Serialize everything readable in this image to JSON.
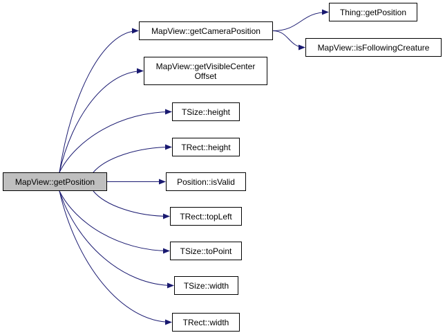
{
  "colors": {
    "edge": "#191970",
    "node_border": "#000000",
    "node_fill": "#ffffff",
    "root_fill": "#bfbfbf"
  },
  "nodes": {
    "root": {
      "label": "MapView::getPosition"
    },
    "getCameraPosition": {
      "label": "MapView::getCameraPosition"
    },
    "thingGetPosition": {
      "label": "Thing::getPosition"
    },
    "isFollowingCreature": {
      "label": "MapView::isFollowingCreature"
    },
    "getVisibleCenterOffset": {
      "line1": "MapView::getVisibleCenter",
      "line2": "Offset"
    },
    "tsizeHeight": {
      "label": "TSize::height"
    },
    "trectHeight": {
      "label": "TRect::height"
    },
    "positionIsValid": {
      "label": "Position::isValid"
    },
    "trectTopLeft": {
      "label": "TRect::topLeft"
    },
    "tsizeToPoint": {
      "label": "TSize::toPoint"
    },
    "tsizeWidth": {
      "label": "TSize::width"
    },
    "trectWidth": {
      "label": "TRect::width"
    }
  },
  "edges": [
    {
      "from": "root",
      "to": "getCameraPosition"
    },
    {
      "from": "root",
      "to": "getVisibleCenterOffset"
    },
    {
      "from": "root",
      "to": "tsizeHeight"
    },
    {
      "from": "root",
      "to": "trectHeight"
    },
    {
      "from": "root",
      "to": "positionIsValid"
    },
    {
      "from": "root",
      "to": "trectTopLeft"
    },
    {
      "from": "root",
      "to": "tsizeToPoint"
    },
    {
      "from": "root",
      "to": "tsizeWidth"
    },
    {
      "from": "root",
      "to": "trectWidth"
    },
    {
      "from": "getCameraPosition",
      "to": "thingGetPosition"
    },
    {
      "from": "getCameraPosition",
      "to": "isFollowingCreature"
    }
  ]
}
